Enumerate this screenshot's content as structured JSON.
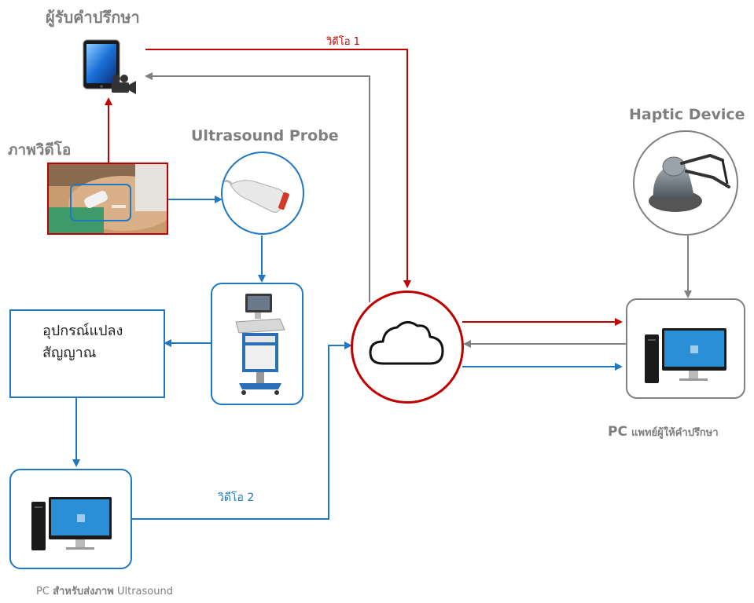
{
  "labels": {
    "consultee": "ผู้รับคำปรึกษา",
    "video_image": "ภาพวิดีโอ",
    "ultrasound_probe": "Ultrasound Probe",
    "haptic_device": "Haptic Device",
    "signal_converter_line1": "อุปกรณ์แปลง",
    "signal_converter_line2": "สัญญาณ",
    "video1": "วิดีโอ 1",
    "video2": "วิดีโอ 2",
    "pc_doctor_prefix": "PC",
    "pc_doctor_suffix": "แพทย์ผู้ให้คำปรึกษา",
    "pc_ultrasound_prefix": "PC",
    "pc_ultrasound_mid": "สำหรับส่งภาพ",
    "pc_ultrasound_suffix": "Ultrasound"
  },
  "colors": {
    "red": "#c00000",
    "blue": "#1f78c1",
    "gray": "#808080",
    "dark_gray": "#7f7f7f"
  },
  "icons": {
    "tablet": "tablet-icon",
    "camera": "video-camera-icon",
    "cloud": "cloud-icon",
    "probe": "ultrasound-probe-icon",
    "machine": "ultrasound-machine-icon",
    "haptic": "haptic-device-icon",
    "pc": "desktop-pc-icon"
  }
}
